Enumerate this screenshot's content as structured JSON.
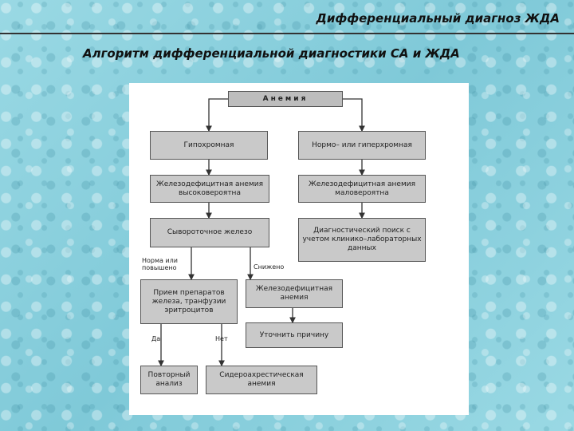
{
  "header": {
    "title": "Дифференциальный диагноз ЖДА"
  },
  "slide": {
    "subtitle": "Алгоритм дифференциальной диагностики СА и ЖДА"
  },
  "diagram": {
    "root": "Анемия",
    "hypochromic": "Гипохромная",
    "normo": "Нормо– или гиперхромная",
    "ida_likely": "Железодефицитная анемия высоковероятна",
    "ida_unlikely": "Железодефицитная анемия маловероятна",
    "serum_iron": "Сывороточное железо",
    "diag_search": "Диагностический поиск с учетом клинико–лабораторных данных",
    "label_normal": "Норма или повышено",
    "label_low": "Снижено",
    "iron_trial": "Прием препаратов железа, транфузии эритроцитов",
    "ida": "Железодефицитная анемия",
    "label_yes": "Да",
    "label_no": "Нет",
    "find_cause": "Уточнить причину",
    "repeat": "Повторный анализ",
    "sideroachrestic": "Сидероахрестическая анемия"
  }
}
